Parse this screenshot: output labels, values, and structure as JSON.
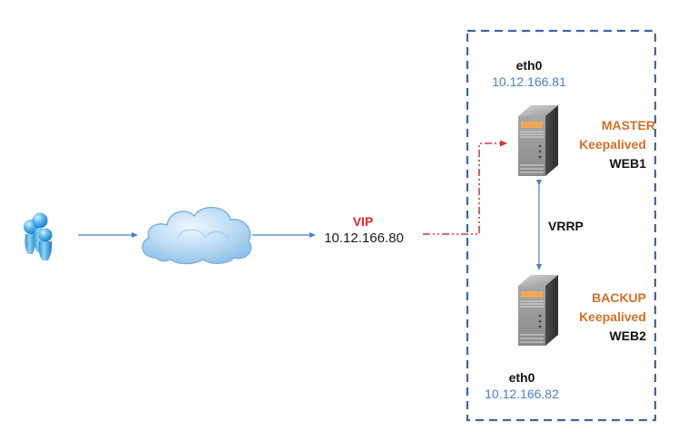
{
  "diagram": {
    "title": "Keepalived VRRP high-availability topology",
    "colors": {
      "cluster_border": "#3e66a8",
      "flow_line": "#4a7fc4",
      "vip_line": "#d23a3a",
      "ip_text": "#4a7fc4",
      "role_text": "#d0702a",
      "vip_text": "#e0262b"
    },
    "nodes": {
      "users": {
        "icon": "users-icon"
      },
      "cloud": {
        "icon": "cloud-icon"
      },
      "vip": {
        "label": "VIP",
        "ip": "10.12.166.80"
      },
      "web1": {
        "icon": "server-icon",
        "interface": "eth0",
        "ip": "10.12.166.81",
        "role": "MASTER",
        "service": "Keepalived",
        "name": "WEB1"
      },
      "web2": {
        "icon": "server-icon",
        "interface": "eth0",
        "ip": "10.12.166.82",
        "role": "BACKUP",
        "service": "Keepalived",
        "name": "WEB2"
      }
    },
    "links": {
      "vrrp_label": "VRRP"
    }
  }
}
